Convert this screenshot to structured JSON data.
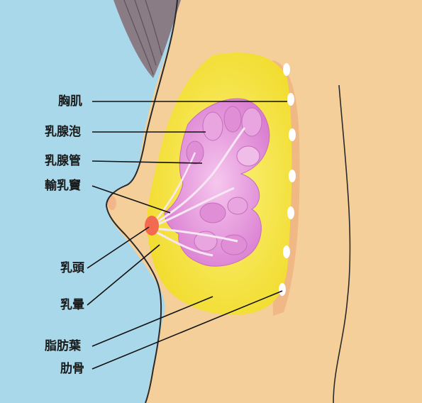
{
  "labels": {
    "pectoral_muscle": "胸肌",
    "alveoli": "乳腺泡",
    "mammary_duct": "乳腺管",
    "lactiferous_sinus": "輸乳竇",
    "nipple": "乳頭",
    "areola": "乳暈",
    "fat_lobules": "脂肪葉",
    "rib": "肋骨"
  },
  "colors": {
    "background": "#a9d8ea",
    "skin": "#f4cf9a",
    "fat": "#f6e64a",
    "gland": "#e59ad8",
    "nipple": "#f26a4f",
    "line": "#111111",
    "hair": "#8a7c84"
  }
}
